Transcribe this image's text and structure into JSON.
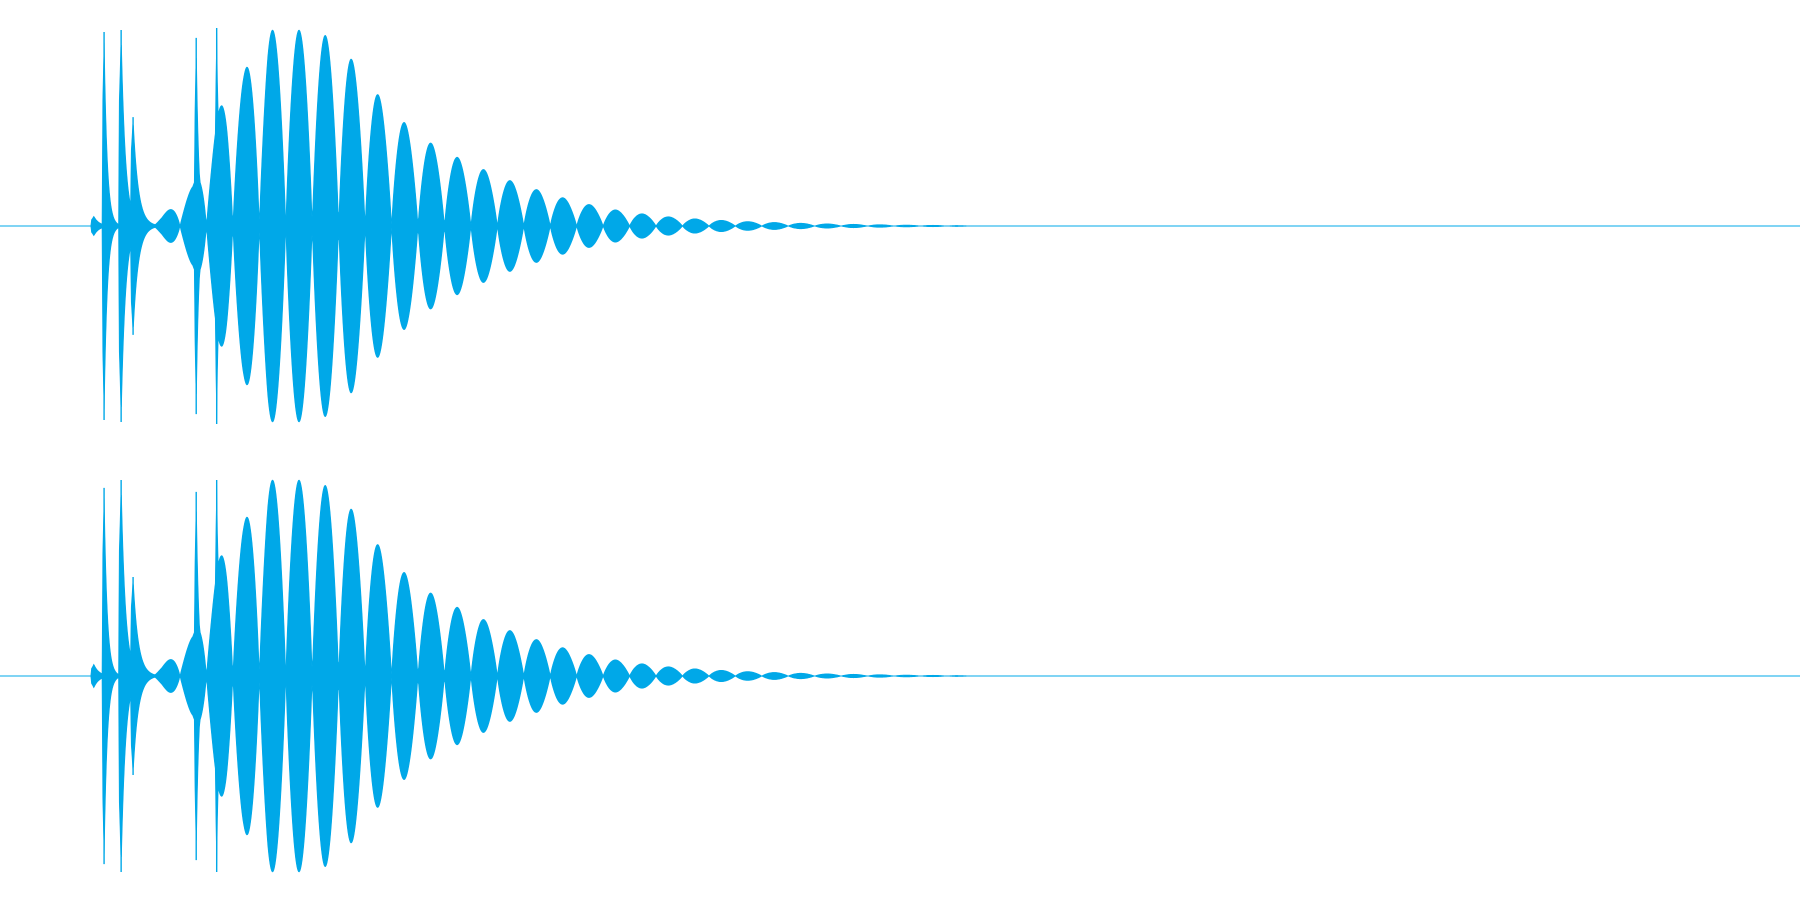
{
  "chart_data": {
    "type": "area",
    "description_channels": 2,
    "style": {
      "waveform_color": "#00a8e8",
      "background": "#ffffff",
      "baseline_visible": true
    },
    "channels": [
      {
        "ylim": [
          -1,
          1
        ],
        "transients": [
          {
            "t": 0.0,
            "amp": 0.05,
            "tau": 0.003
          },
          {
            "t": 0.006,
            "amp": 0.98,
            "tau": 0.0018
          },
          {
            "t": 0.016,
            "amp": 0.99,
            "tau": 0.0025
          },
          {
            "t": 0.023,
            "amp": 0.55,
            "tau": 0.003
          },
          {
            "t": 0.06,
            "amp": 0.95,
            "tau": 0.0015
          },
          {
            "t": 0.072,
            "amp": 1.0,
            "tau": 0.0015
          }
        ],
        "tone_peaks": [
          {
            "t": 0.04,
            "amp": 0.05
          },
          {
            "t": 0.058,
            "amp": 0.2
          },
          {
            "t": 0.07,
            "amp": 0.5
          },
          {
            "t": 0.078,
            "amp": 0.7
          },
          {
            "t": 0.088,
            "amp": 0.78
          },
          {
            "t": 0.102,
            "amp": 0.99
          },
          {
            "t": 0.115,
            "amp": 0.99
          },
          {
            "t": 0.13,
            "amp": 0.99
          },
          {
            "t": 0.145,
            "amp": 0.92
          },
          {
            "t": 0.16,
            "amp": 0.73
          },
          {
            "t": 0.175,
            "amp": 0.58
          },
          {
            "t": 0.19,
            "amp": 0.46
          },
          {
            "t": 0.205,
            "amp": 0.38
          },
          {
            "t": 0.22,
            "amp": 0.32
          },
          {
            "t": 0.235,
            "amp": 0.26
          },
          {
            "t": 0.25,
            "amp": 0.21
          },
          {
            "t": 0.265,
            "amp": 0.17
          },
          {
            "t": 0.28,
            "amp": 0.13
          },
          {
            "t": 0.295,
            "amp": 0.1
          },
          {
            "t": 0.31,
            "amp": 0.075
          },
          {
            "t": 0.325,
            "amp": 0.058
          },
          {
            "t": 0.34,
            "amp": 0.044
          },
          {
            "t": 0.355,
            "amp": 0.035
          },
          {
            "t": 0.37,
            "amp": 0.028
          },
          {
            "t": 0.385,
            "amp": 0.022
          },
          {
            "t": 0.4,
            "amp": 0.018
          },
          {
            "t": 0.415,
            "amp": 0.014
          },
          {
            "t": 0.43,
            "amp": 0.011
          },
          {
            "t": 0.445,
            "amp": 0.009
          },
          {
            "t": 0.46,
            "amp": 0.007
          },
          {
            "t": 0.475,
            "amp": 0.005
          },
          {
            "t": 0.49,
            "amp": 0.004
          },
          {
            "t": 0.505,
            "amp": 0.003
          },
          {
            "t": 0.52,
            "amp": 0.0
          },
          {
            "t": 1.0,
            "amp": 0.0
          }
        ]
      },
      {
        "ylim": [
          -1,
          1
        ],
        "transients": [
          {
            "t": 0.0,
            "amp": 0.06,
            "tau": 0.003
          },
          {
            "t": 0.006,
            "amp": 0.95,
            "tau": 0.0018
          },
          {
            "t": 0.016,
            "amp": 0.99,
            "tau": 0.0025
          },
          {
            "t": 0.023,
            "amp": 0.5,
            "tau": 0.003
          },
          {
            "t": 0.06,
            "amp": 0.93,
            "tau": 0.0015
          },
          {
            "t": 0.072,
            "amp": 0.99,
            "tau": 0.0015
          }
        ],
        "tone_peaks": [
          {
            "t": 0.04,
            "amp": 0.05
          },
          {
            "t": 0.058,
            "amp": 0.2
          },
          {
            "t": 0.07,
            "amp": 0.5
          },
          {
            "t": 0.078,
            "amp": 0.7
          },
          {
            "t": 0.088,
            "amp": 0.78
          },
          {
            "t": 0.102,
            "amp": 0.99
          },
          {
            "t": 0.115,
            "amp": 0.99
          },
          {
            "t": 0.13,
            "amp": 0.99
          },
          {
            "t": 0.145,
            "amp": 0.92
          },
          {
            "t": 0.16,
            "amp": 0.73
          },
          {
            "t": 0.175,
            "amp": 0.58
          },
          {
            "t": 0.19,
            "amp": 0.46
          },
          {
            "t": 0.205,
            "amp": 0.38
          },
          {
            "t": 0.22,
            "amp": 0.32
          },
          {
            "t": 0.235,
            "amp": 0.26
          },
          {
            "t": 0.25,
            "amp": 0.21
          },
          {
            "t": 0.265,
            "amp": 0.17
          },
          {
            "t": 0.28,
            "amp": 0.13
          },
          {
            "t": 0.295,
            "amp": 0.1
          },
          {
            "t": 0.31,
            "amp": 0.075
          },
          {
            "t": 0.325,
            "amp": 0.058
          },
          {
            "t": 0.34,
            "amp": 0.044
          },
          {
            "t": 0.355,
            "amp": 0.035
          },
          {
            "t": 0.37,
            "amp": 0.028
          },
          {
            "t": 0.385,
            "amp": 0.022
          },
          {
            "t": 0.4,
            "amp": 0.018
          },
          {
            "t": 0.415,
            "amp": 0.014
          },
          {
            "t": 0.43,
            "amp": 0.011
          },
          {
            "t": 0.445,
            "amp": 0.009
          },
          {
            "t": 0.46,
            "amp": 0.007
          },
          {
            "t": 0.475,
            "amp": 0.005
          },
          {
            "t": 0.49,
            "amp": 0.004
          },
          {
            "t": 0.505,
            "amp": 0.003
          },
          {
            "t": 0.52,
            "amp": 0.0
          },
          {
            "t": 1.0,
            "amp": 0.0
          }
        ]
      }
    ]
  }
}
